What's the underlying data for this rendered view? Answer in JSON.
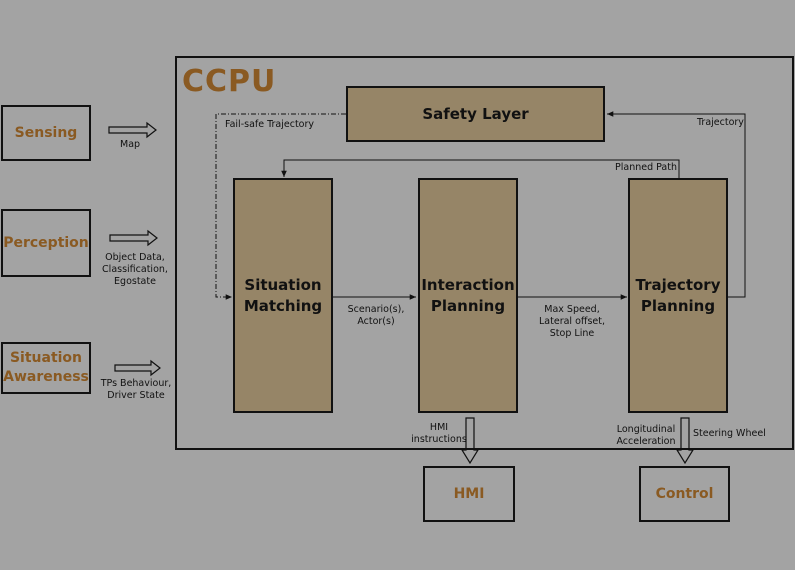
{
  "ccpu": {
    "title": "CCPU"
  },
  "inputs": {
    "sensing": "Sensing",
    "perception": "Perception",
    "situation_awareness_line1": "Situation",
    "situation_awareness_line2": "Awareness"
  },
  "modules": {
    "safety_layer": "Safety Layer",
    "situation_matching_line1": "Situation",
    "situation_matching_line2": "Matching",
    "interaction_planning_line1": "Interaction",
    "interaction_planning_line2": "Planning",
    "trajectory_planning_line1": "Trajectory",
    "trajectory_planning_line2": "Planning"
  },
  "outputs": {
    "hmi": "HMI",
    "control": "Control"
  },
  "labels": {
    "map": "Map",
    "object_data_1": "Object Data,",
    "object_data_2": "Classification,",
    "object_data_3": "Egostate",
    "tps_1": "TPs Behaviour,",
    "tps_2": "Driver State",
    "failsafe": "Fail-safe Trajectory",
    "trajectory": "Trajectory",
    "planned_path": "Planned Path",
    "scenario_1": "Scenario(s),",
    "scenario_2": "Actor(s)",
    "maxspeed_1": "Max Speed,",
    "maxspeed_2": "Lateral offset,",
    "maxspeed_3": "Stop Line",
    "hmi_instr_1": "HMI",
    "hmi_instr_2": "instructions",
    "long_acc_1": "Longitudinal",
    "long_acc_2": "Acceleration",
    "steering": "Steering Wheel"
  }
}
